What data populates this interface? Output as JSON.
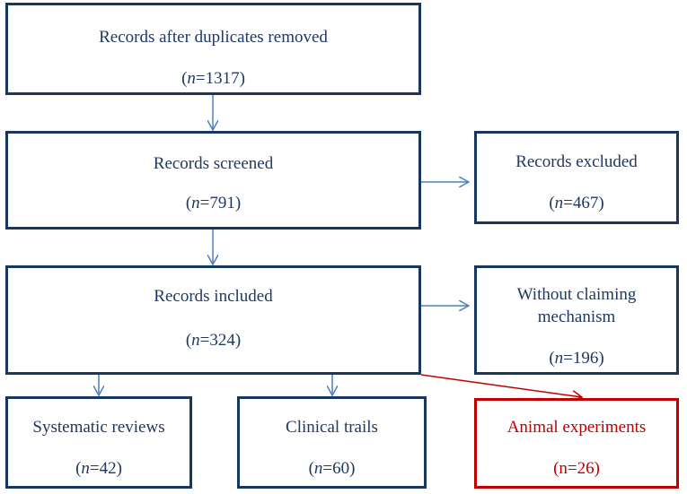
{
  "boxes": {
    "dedup": {
      "label": "Records after duplicates removed",
      "n_prefix": "n",
      "n_suffix": "=1317)"
    },
    "screened": {
      "label": "Records screened",
      "n_prefix": "n",
      "n_suffix": "=791)"
    },
    "excluded": {
      "label": "Records excluded",
      "n_prefix": "n",
      "n_suffix": "=467)"
    },
    "included": {
      "label": "Records included",
      "n_prefix": "n",
      "n_suffix": "=324)"
    },
    "without": {
      "label_line1": "Without claiming",
      "label_line2": "mechanism",
      "n_prefix": "n",
      "n_suffix": "=196)"
    },
    "systematic": {
      "label": "Systematic reviews",
      "n_prefix": "n",
      "n_suffix": "=42)"
    },
    "clinical": {
      "label": "Clinical trails",
      "n_prefix": "n",
      "n_suffix": "=60)"
    },
    "animal": {
      "label": "Animal experiments",
      "count_text": "(n=26)"
    }
  },
  "colors": {
    "box_border": "#17375e",
    "text": "#1f3864",
    "arrow": "#4f81bd",
    "highlight": "#c00000"
  }
}
